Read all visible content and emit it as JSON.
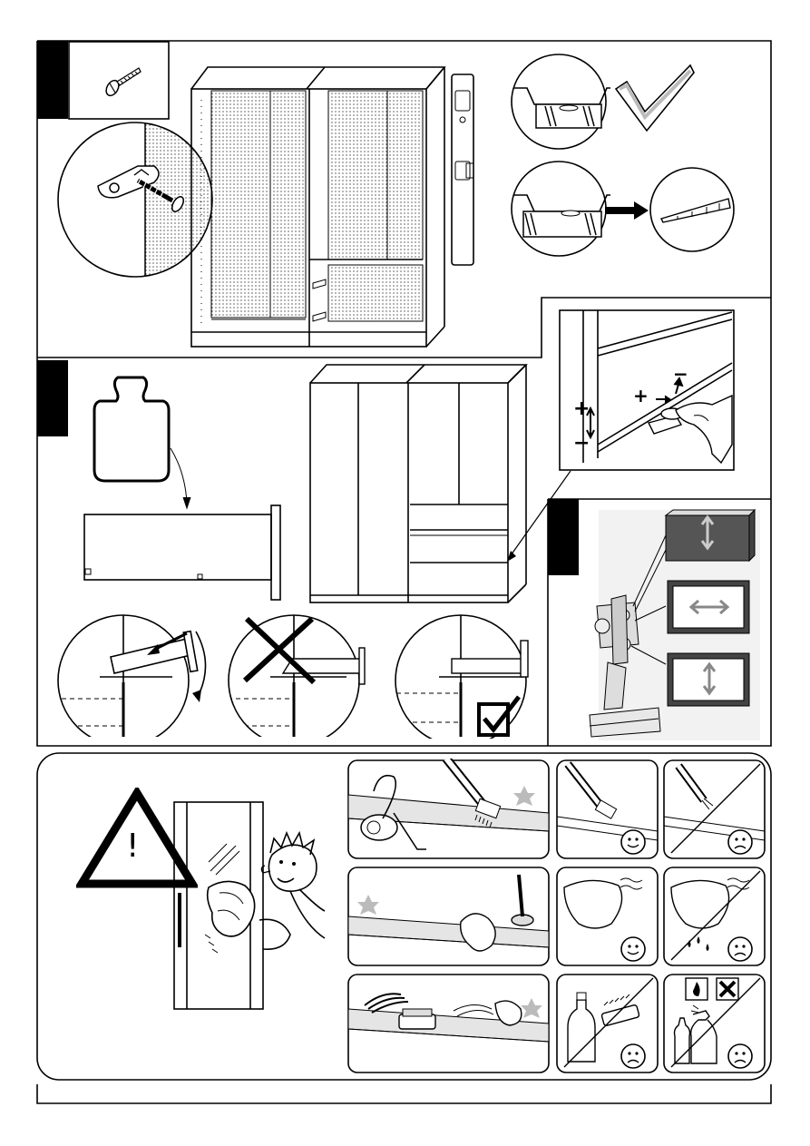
{
  "steps": [
    {
      "id": "step-top",
      "number": ""
    },
    {
      "id": "step-middle",
      "number": ""
    },
    {
      "id": "step-hinge",
      "number": ""
    }
  ],
  "symbols": {
    "plus": "+",
    "minus": "−",
    "warning_mark": "!",
    "check": "✓",
    "cross": "✕"
  },
  "icons": [
    "screw-icon",
    "wall-bracket-icon",
    "spirit-level-icon",
    "check-mark-icon",
    "wedge-shim-icon",
    "weight-icon",
    "cross-mark-icon",
    "checkbox-check-icon",
    "warning-triangle-icon",
    "vacuum-cleaner-icon",
    "brush-icon",
    "smiley-happy-icon",
    "smiley-sad-icon",
    "cloth-icon",
    "polisher-icon",
    "sponge-icon",
    "detergent-bottle-icon",
    "spray-bottle-icon",
    "flammable-icon",
    "harmful-x-icon"
  ],
  "colors": {
    "line": "#000000",
    "background": "#ffffff",
    "step_block": "#000000",
    "shade": "#d9d9d9"
  }
}
